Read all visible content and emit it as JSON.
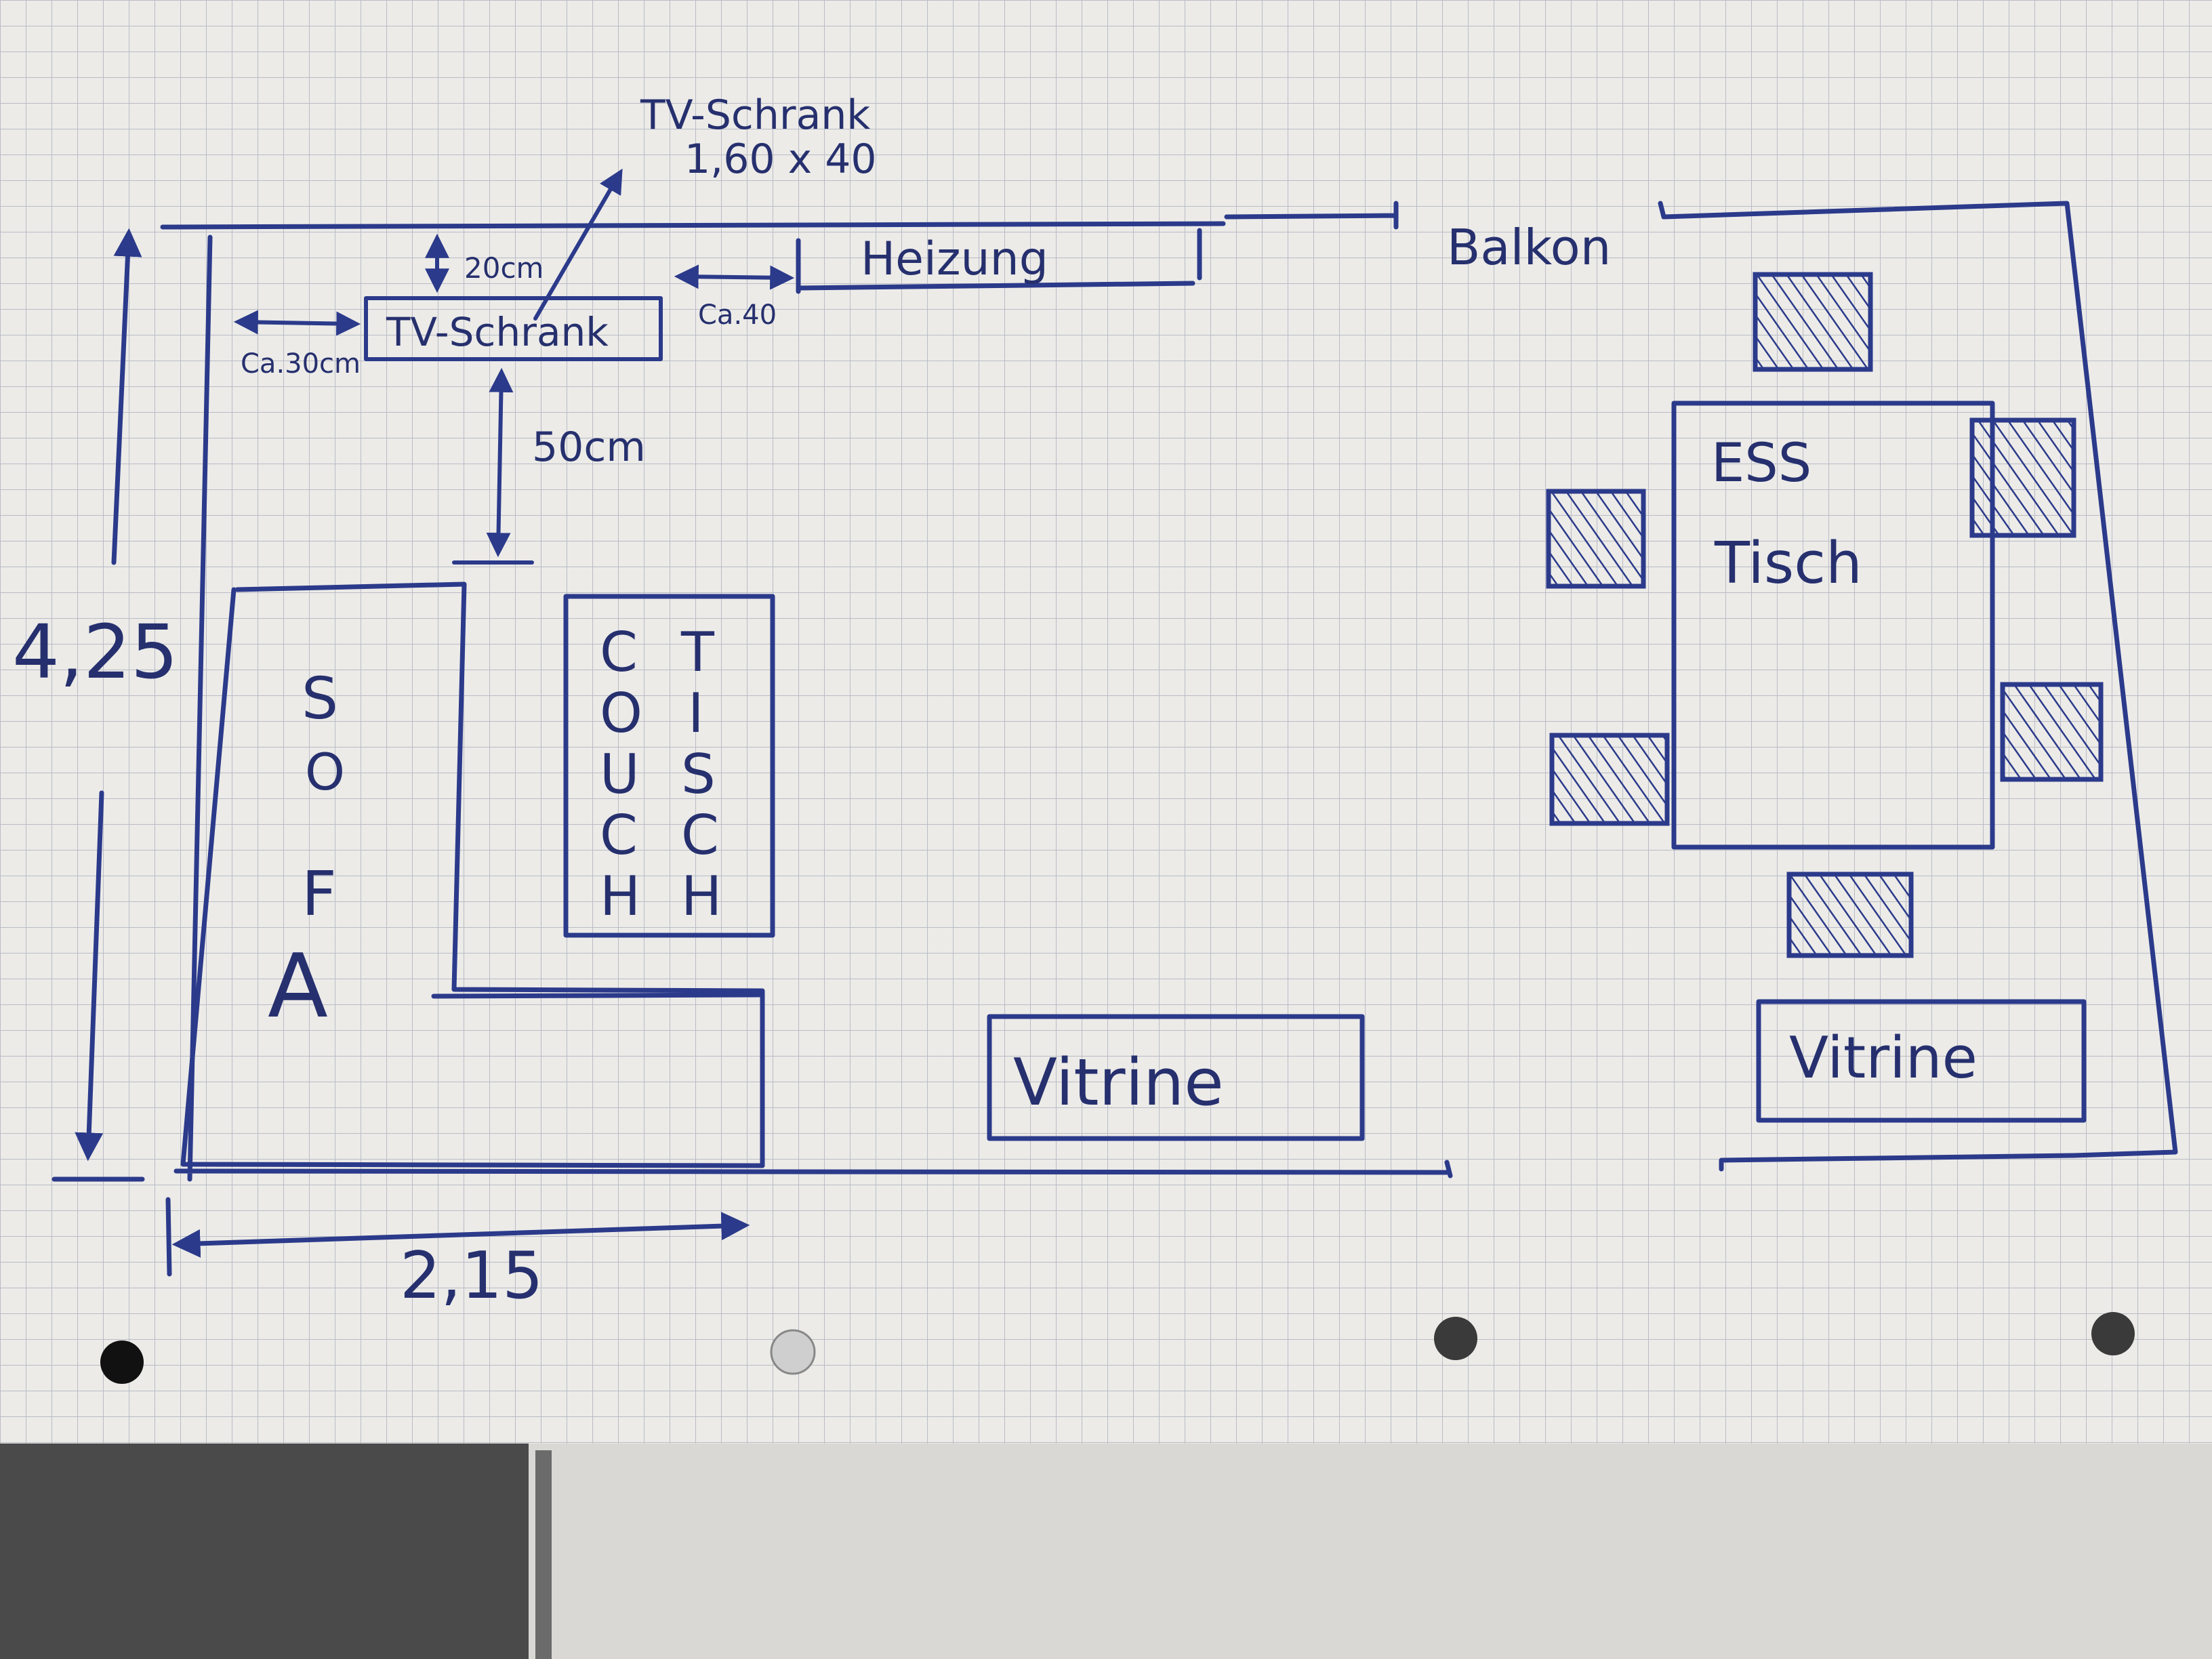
{
  "sketch": {
    "top_note_line1": "TV-Schrank",
    "top_note_line2": "1,60 x 40",
    "balkon": "Balkon",
    "heizung": "Heizung",
    "tv_schrank": "TV-Schrank",
    "dist_top": "20cm",
    "dist_left": "Ca.30cm",
    "dist_right": "Ca.40",
    "dist_below": "50cm",
    "height": "4,25",
    "width": "2,15",
    "sofa_letters": [
      "S",
      "O",
      "F",
      "A"
    ],
    "couch_letters": [
      "C",
      "O",
      "U",
      "C",
      "H"
    ],
    "tisch_letters": [
      "T",
      "I",
      "S",
      "C",
      "H"
    ],
    "ess": "ESS",
    "tisch": "Tisch",
    "vitrine_left": "Vitrine",
    "vitrine_right": "Vitrine"
  },
  "colors": {
    "ink": "#2b3a8a",
    "paper": "#ecebe8",
    "grid": "#b9bcc6",
    "desk": "#4a4a4a"
  }
}
